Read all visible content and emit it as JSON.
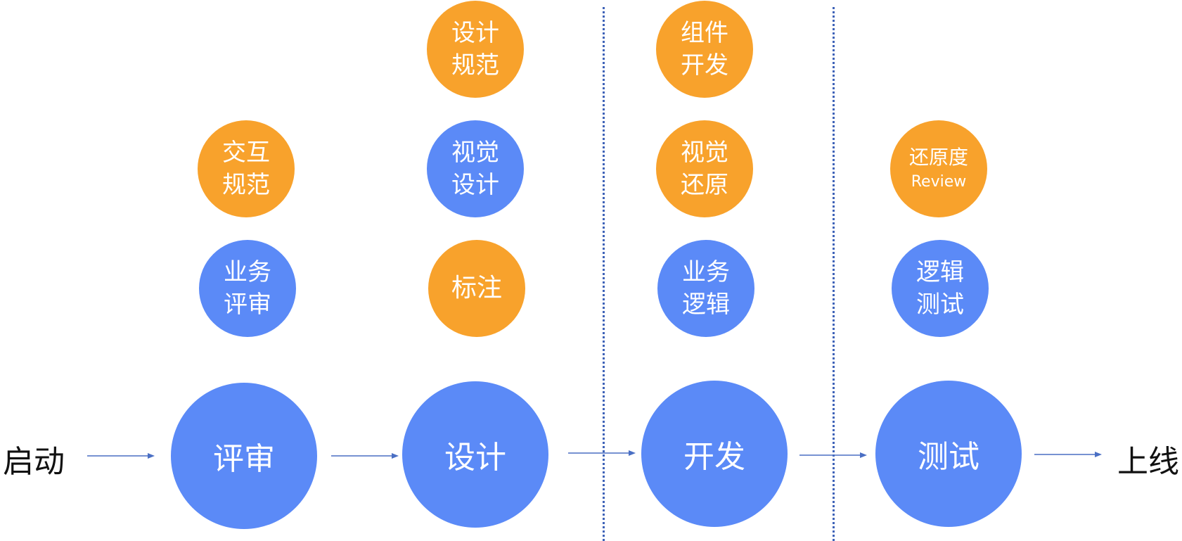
{
  "colors": {
    "blue": "#5b8af7",
    "orange": "#f8a22c",
    "divider": "#3f63b8",
    "arrow": "#4a6fc4",
    "endpoint_text": "#111111"
  },
  "start_label": "启动",
  "end_label": "上线",
  "phases": [
    {
      "label": "评审",
      "tasks": [
        {
          "lines": [
            "交互",
            "规范"
          ],
          "color": "orange"
        },
        {
          "lines": [
            "业务",
            "评审"
          ],
          "color": "blue"
        }
      ]
    },
    {
      "label": "设计",
      "tasks": [
        {
          "lines": [
            "设计",
            "规范"
          ],
          "color": "orange"
        },
        {
          "lines": [
            "视觉",
            "设计"
          ],
          "color": "blue"
        },
        {
          "lines": [
            "标注"
          ],
          "color": "orange"
        }
      ]
    },
    {
      "label": "开发",
      "tasks": [
        {
          "lines": [
            "组件",
            "开发"
          ],
          "color": "orange"
        },
        {
          "lines": [
            "视觉",
            "还原"
          ],
          "color": "orange"
        },
        {
          "lines": [
            "业务",
            "逻辑"
          ],
          "color": "blue"
        }
      ]
    },
    {
      "label": "测试",
      "tasks": [
        {
          "lines": [
            "还原度",
            "Review"
          ],
          "color": "orange"
        },
        {
          "lines": [
            "逻辑",
            "测试"
          ],
          "color": "blue"
        }
      ]
    }
  ]
}
